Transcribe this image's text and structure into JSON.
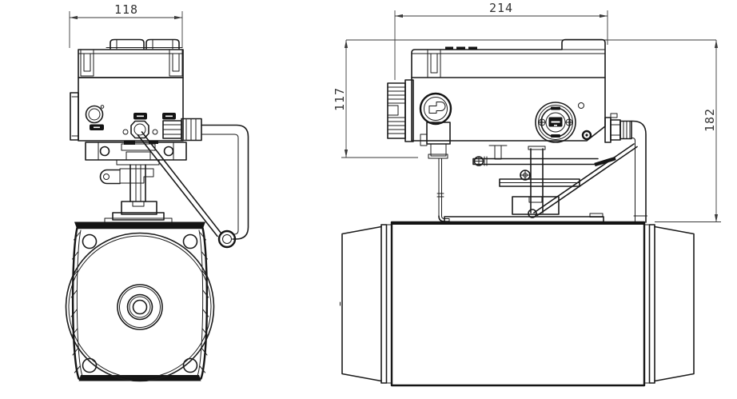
{
  "drawing": {
    "background": "#ffffff",
    "line_color": "#1b1b1b",
    "dim_text_color": "#333333",
    "dimensions": {
      "front_width": "118",
      "side_length": "214",
      "actuator_height": "117",
      "overall_height": "182"
    }
  }
}
